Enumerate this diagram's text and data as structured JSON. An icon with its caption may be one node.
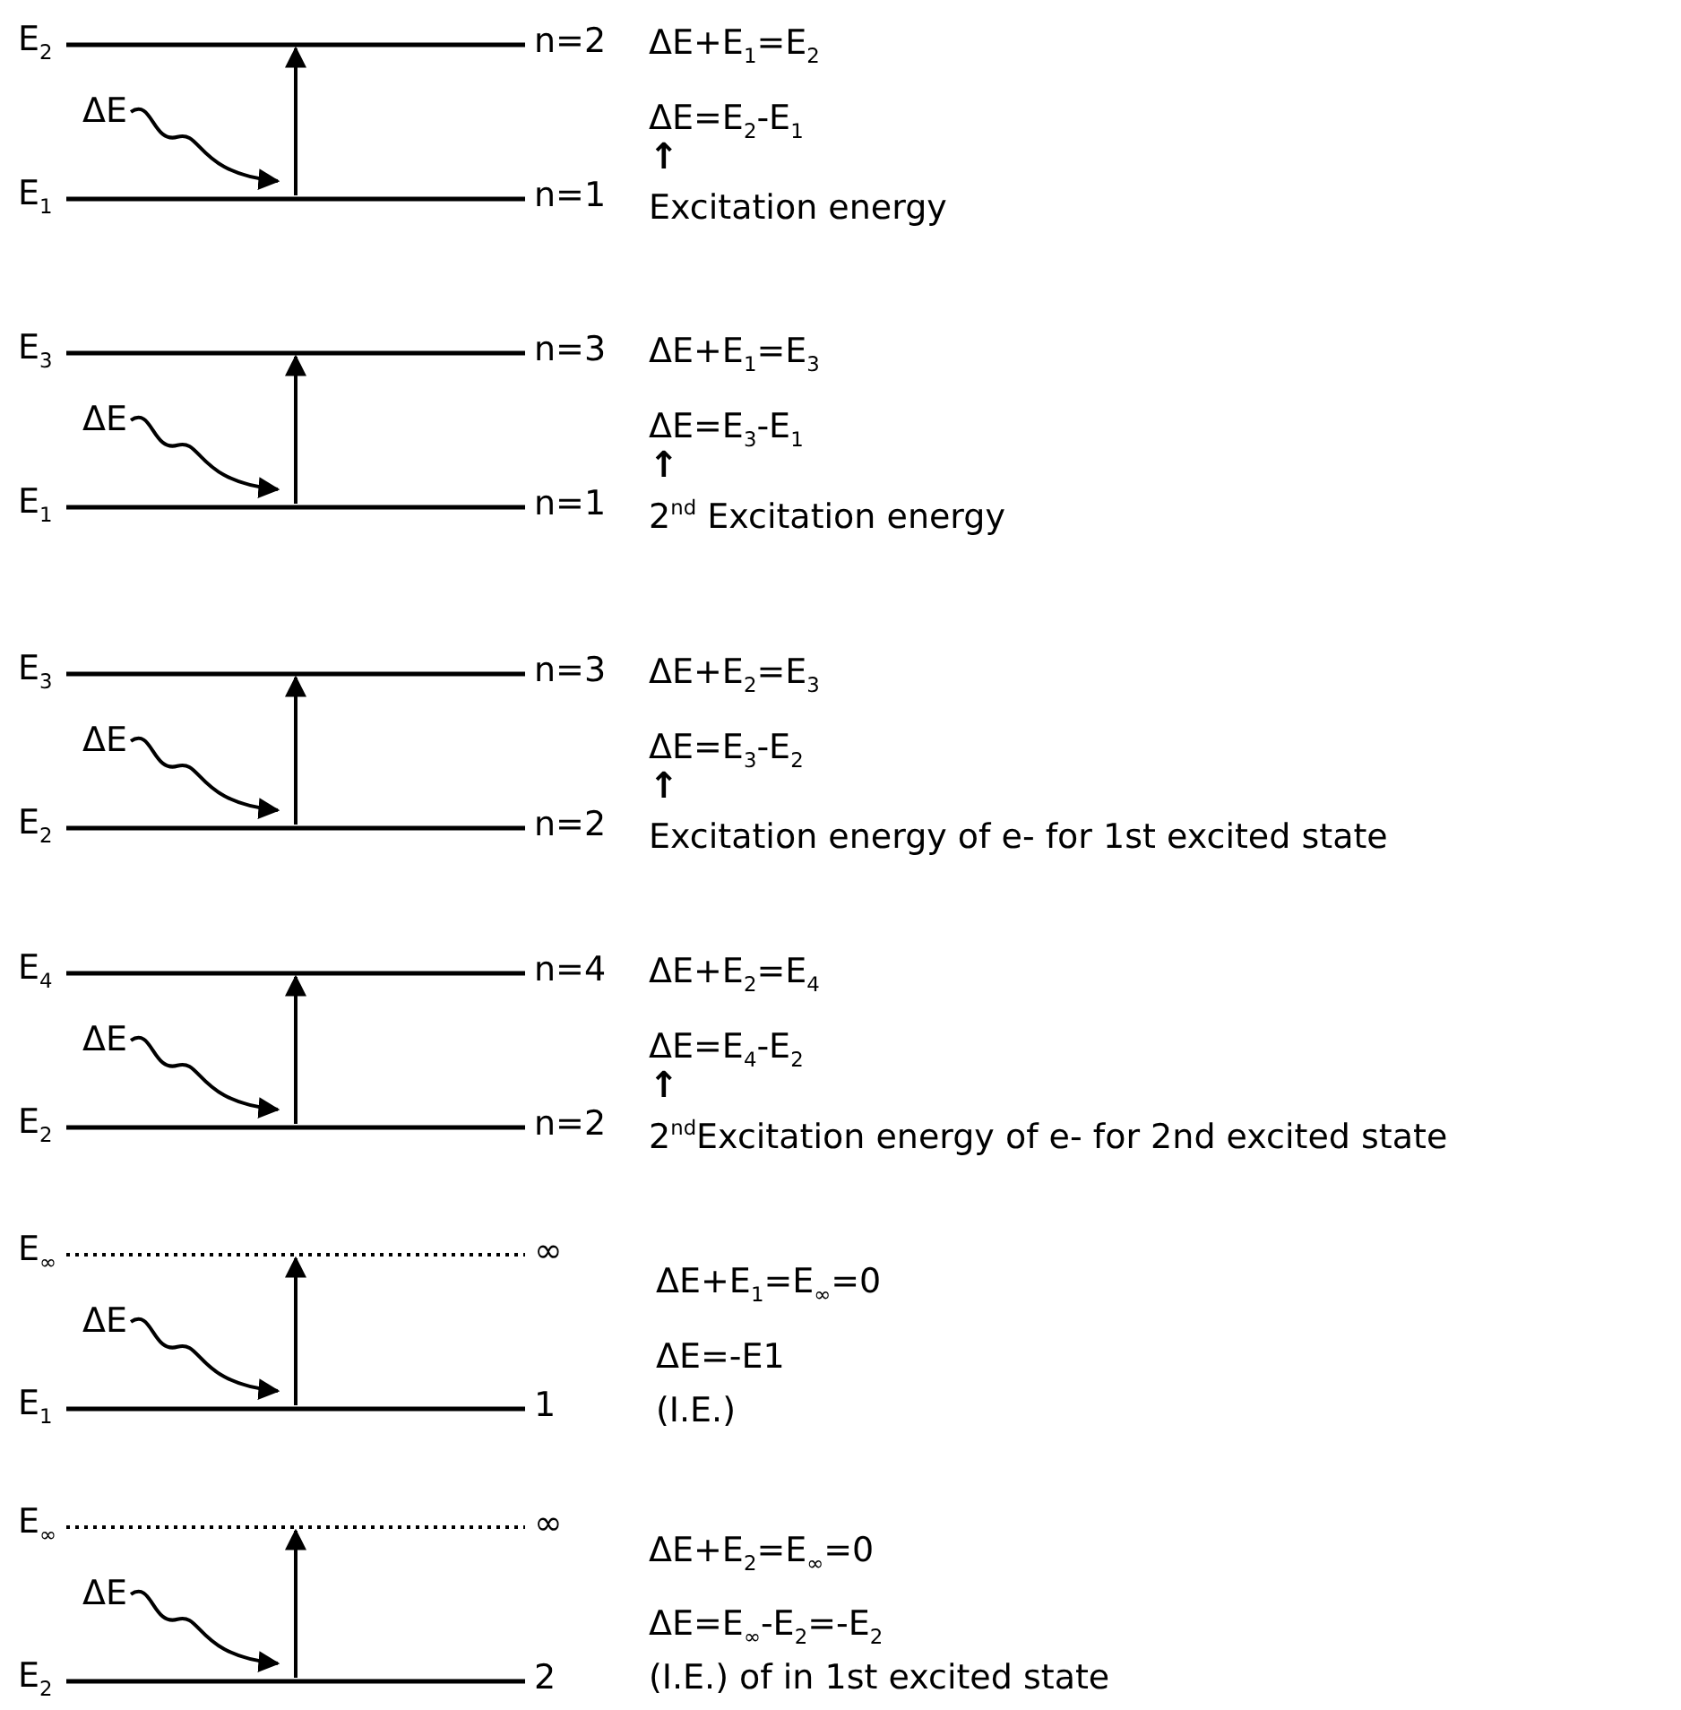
{
  "diagram": {
    "nodes": [
      {
        "text": [
          "E$_{2}$",
          "n=2"
        ]
      },
      {
        "text": [
          "ΔE"
        ]
      },
      {
        "text": [
          "E$_{1}$",
          "n=1"
        ]
      },
      {
        "text": [
          "E$_{3}$",
          "n=3"
        ]
      },
      {
        "text": [
          "ΔE"
        ]
      },
      {
        "text": [
          "E$_{1}$",
          "n=1"
        ]
      },
      {
        "text": [
          "E$_{3}$",
          "n=3"
        ]
      },
      {
        "text": [
          "ΔE"
        ]
      },
      {
        "text": [
          "E$_{2}$",
          "n=2"
        ]
      },
      {
        "text": [
          "E$_{4}$",
          "n=4"
        ]
      },
      {
        "text": [
          "ΔE"
        ]
      },
      {
        "text": [
          "E$_{2}$",
          "n=2"
        ]
      },
      {
        "text": [
          "E$_{∞}$",
          "∞"
        ]
      },
      {
        "text": [
          "ΔE"
        ]
      },
      {
        "text": [
          "E$_{1}$",
          "1"
        ]
      },
      {
        "text": [
          "E$_{∞}$",
          "∞"
        ]
      },
      {
        "text": [
          "ΔE"
        ]
      },
      {
        "text": [
          "E$_{2}$",
          "2"
        ]
      }
    ],
    "edges": [
      {
        "from": 1,
        "to": 2,
        "arrow": "to"
      },
      {
        "from": 2,
        "to": 0,
        "arrow": "to"
      },
      {
        "from": 4,
        "to": 5,
        "arrow": "to"
      },
      {
        "from": 5,
        "to": 3,
        "arrow": "to"
      },
      {
        "from": 7,
        "to": 8,
        "arrow": "to"
      },
      {
        "from": 8,
        "to": 6,
        "arrow": "to"
      },
      {
        "from": 10,
        "to": 11,
        "arrow": "to"
      },
      {
        "from": 11,
        "to": 9,
        "arrow": "to"
      },
      {
        "from": 13,
        "to": 14,
        "arrow": "to"
      },
      {
        "from": 14,
        "to": 12,
        "arrow": "to"
      },
      {
        "from": 16,
        "to": 17,
        "arrow": "to"
      },
      {
        "from": 17,
        "to": 15,
        "arrow": "to"
      }
    ],
    "labels": [
      "ΔE+E$_{1}$=E$_{2}$",
      "ΔE=E$_{2}$-E$_{1}$",
      "↑",
      "Excitation energy",
      "ΔE+E$_{1}$=E$_{3}$",
      "ΔE=E$_{3}$-E$_{1}$",
      "↑",
      "2$^{nd}$ Excitation energy",
      "ΔE+E$_{2}$=E$_{3}$",
      "ΔE=E$_{3}$-E$_{2}$",
      "↑",
      "Excitation energy of e- for 1st excited state",
      "ΔE+E$_{2}$=E$_{4}$",
      "ΔE=E$_{4}$-E$_{2}$",
      "↑",
      "2$^{nd}$Excitation energy of e- for 2nd excited state",
      "ΔE+E$_{1}$=E$_{∞}$=0",
      "ΔE=-E1",
      "(I.E.)",
      "ΔE+E$_{2}$=E$_{∞}$=0",
      "ΔE=E$_{∞}$-E$_{2}$=-E$_{2}$",
      "(I.E.) of in 1st excited state"
    ]
  }
}
